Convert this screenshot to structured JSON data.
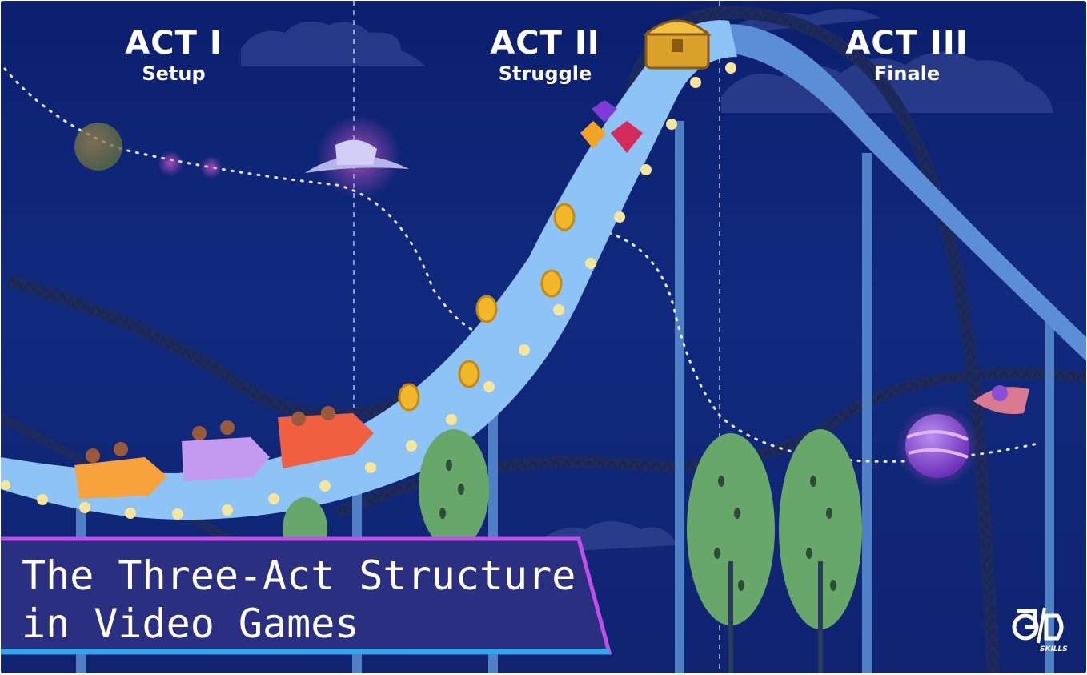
{
  "acts": [
    {
      "title": "ACT I",
      "subtitle": "Setup"
    },
    {
      "title": "ACT II",
      "subtitle": "Struggle"
    },
    {
      "title": "ACT III",
      "subtitle": "Finale"
    }
  ],
  "title": {
    "line1": "The Three-Act Structure",
    "line2": "in Video Games"
  },
  "logo": {
    "caption": "SKILLS"
  },
  "colors": {
    "sky_top": "#0c1f6e",
    "track": "#8ec3f5",
    "support": "#4f7fc7",
    "coaster_frame": "#1c2a5e",
    "tree": "#67a86a",
    "coin": "#f2b82a",
    "banner": "#2a2f82",
    "banner_border": "#c04ee8",
    "banner_bottom": "#3aa4ea"
  }
}
